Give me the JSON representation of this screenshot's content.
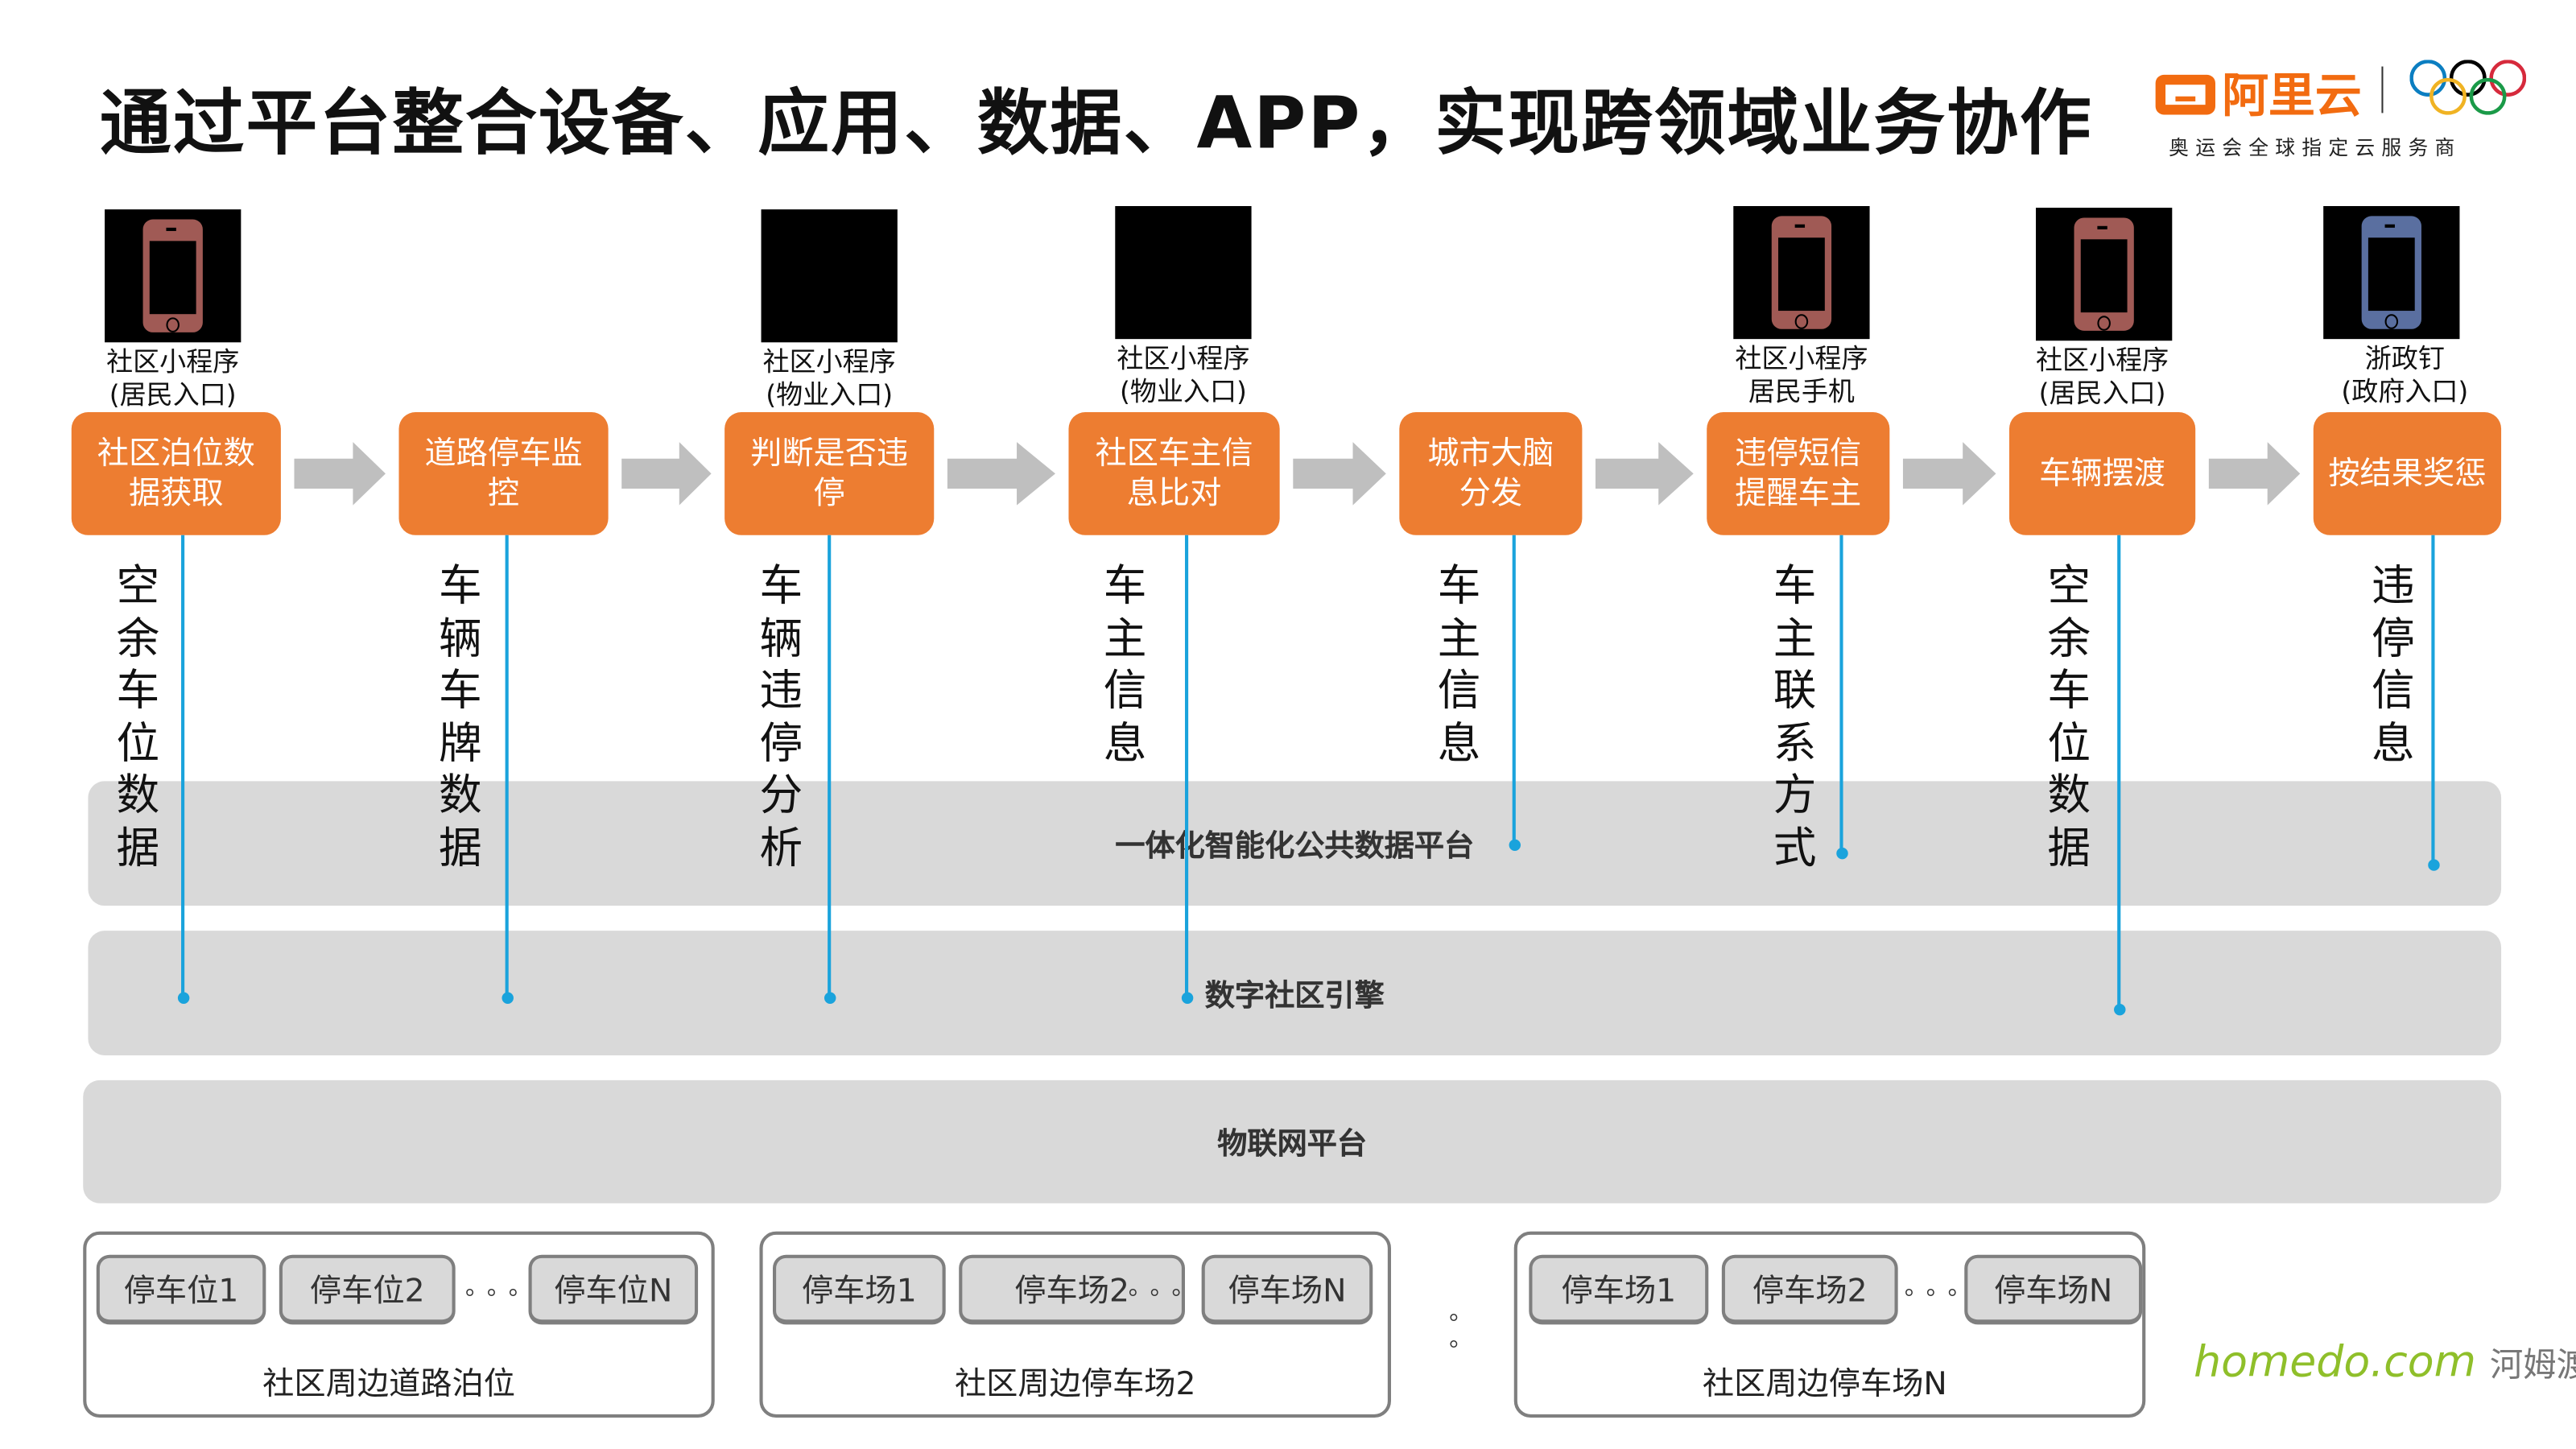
{
  "title": "通过平台整合设备、应用、数据、APP，实现跨领域业务协作",
  "logo": {
    "brand": "阿里云",
    "tagline": "奥运会全球指定云服务商",
    "ring_colors": [
      "#0b7ec1",
      "#000000",
      "#d62a3c",
      "#f0b323",
      "#1a9a48"
    ]
  },
  "colors": {
    "step": "#ed7d31",
    "arrow": "#bfbfbf",
    "band": "#d9d9d9",
    "connector": "#1aa3dc",
    "phone_red": "#a05a55",
    "phone_blue": "#5a6fa0"
  },
  "phones": [
    {
      "icon": "phone-icon",
      "color": "#a05a55",
      "line1": "社区小程序",
      "line2": "(居民入口)"
    },
    {
      "icon": "phone-icon-blackout",
      "color": "#000000",
      "line1": "社区小程序",
      "line2": "(物业入口)"
    },
    {
      "icon": "phone-icon-blackout",
      "color": "#000000",
      "line1": "社区小程序",
      "line2": "(物业入口)"
    },
    {
      "icon": "phone-icon",
      "color": "#a05a55",
      "line1": "社区小程序",
      "line2": "居民手机"
    },
    {
      "icon": "phone-icon",
      "color": "#a05a55",
      "line1": "社区小程序",
      "line2": "(居民入口)"
    },
    {
      "icon": "phone-icon",
      "color": "#5a6fa0",
      "line1": "浙政钉",
      "line2": "(政府入口)"
    }
  ],
  "steps": [
    {
      "label": "社区泊位数据获取",
      "data": "空余车位数据"
    },
    {
      "label": "道路停车监控",
      "data": "车辆车牌数据"
    },
    {
      "label": "判断是否违停",
      "data": "车辆违停分析"
    },
    {
      "label": "社区车主信息比对",
      "data": "车主信息"
    },
    {
      "label": "城市大脑分发",
      "data": "车主信息"
    },
    {
      "label": "违停短信提醒车主",
      "data": "车主联系方式"
    },
    {
      "label": "车辆摆渡",
      "data": "空余车位数据"
    },
    {
      "label": "按结果奖惩",
      "data": "违停信息"
    }
  ],
  "platforms": [
    "一体化智能化公共数据平台",
    "数字社区引擎",
    "物联网平台"
  ],
  "groups": [
    {
      "label": "社区周边道路泊位",
      "items": [
        "停车位1",
        "停车位2",
        "停车位N"
      ],
      "ellipsis": "。。。"
    },
    {
      "label": "社区周边停车场2",
      "items": [
        "停车场1",
        "停车场2",
        "停车场N"
      ],
      "ellipsis": "。。。"
    },
    {
      "label": "社区周边停车场N",
      "items": [
        "停车场1",
        "停车场2",
        "停车场N"
      ],
      "ellipsis": "。。。"
    }
  ],
  "between_groups": "。 。",
  "watermark": {
    "site": "homedo.com",
    "name": "河姆渡"
  }
}
